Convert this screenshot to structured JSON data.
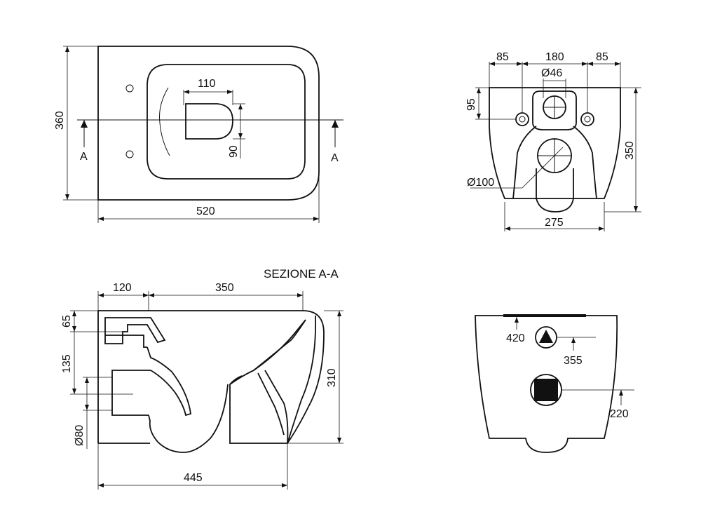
{
  "top_view": {
    "width": "520",
    "depth": "360",
    "outlet_width": "110",
    "outlet_depth": "90",
    "section_left": "A",
    "section_right": "A"
  },
  "rear_view": {
    "offset_left": "85",
    "center_span": "180",
    "offset_right": "85",
    "inlet_diameter": "Ø46",
    "inlet_height": "95",
    "height": "350",
    "outlet_diameter": "Ø100",
    "base_width": "275"
  },
  "section_view": {
    "title": "SEZIONE A-A",
    "rear_offset": "120",
    "bowl_span": "350",
    "inlet_drop": "65",
    "inlet_to_outlet": "135",
    "outlet_diameter": "Ø80",
    "height": "310",
    "length": "445"
  },
  "wall_view": {
    "top_height": "420",
    "inlet_height": "355",
    "outlet_height": "220"
  }
}
